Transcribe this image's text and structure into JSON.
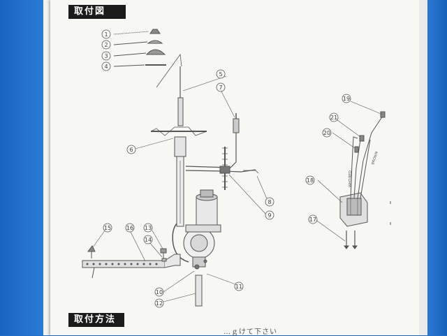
{
  "sections": {
    "installation_diagram": "取付図",
    "installation_method": "取付方法"
  },
  "partial_text": "…ｇけて下さい",
  "part_numbers": [
    "1",
    "2",
    "3",
    "4",
    "5",
    "6",
    "7",
    "8",
    "9",
    "10",
    "11",
    "12",
    "13",
    "14",
    "15",
    "16",
    "17",
    "18",
    "19",
    "20",
    "21"
  ],
  "wire_labels": {
    "white_red": "WHT/RED",
    "brown": "BROWN"
  },
  "colors": {
    "background": "#1f6fc9",
    "paper": "#f7f7f4",
    "heading_bar": "#1b1b1b",
    "line_art": "#555555"
  }
}
